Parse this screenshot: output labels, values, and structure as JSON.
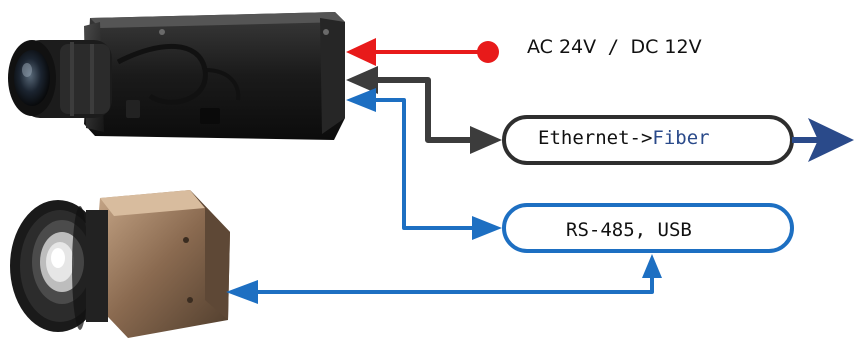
{
  "power": {
    "label_ac": "AC 24V",
    "separator": " / ",
    "label_dc": "DC 12V"
  },
  "ethernet": {
    "label_prefix": "Ethernet->",
    "label_suffix": "Fiber"
  },
  "serial": {
    "label": "RS-485, USB"
  },
  "colors": {
    "power_arrow": "#e81a1a",
    "ethernet_arrow": "#3c3c3c",
    "serial_arrow": "#1d6fc2",
    "fiber_arrow": "#2a4a8a",
    "ethernet_pill_border": "#2e2e2e",
    "serial_pill_border": "#1d6fc2"
  }
}
